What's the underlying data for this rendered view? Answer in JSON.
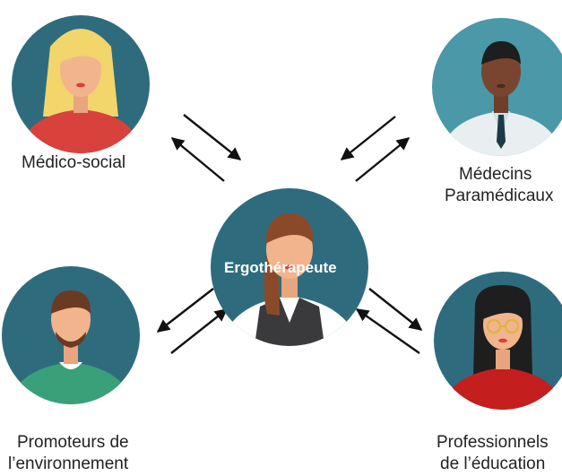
{
  "nodes": {
    "center": {
      "label": "Ergothérapeute"
    },
    "medico_social": {
      "label": "Médico-social"
    },
    "medecins": {
      "line1": "Médecins",
      "line2": "Paramédicaux"
    },
    "promoteurs": {
      "line1": "Promoteurs de",
      "line2": "l’environnement"
    },
    "professionnels": {
      "line1": "Professionnels",
      "line2": "de l’éducation"
    }
  },
  "colors": {
    "circle_bg": "#2e6c7d",
    "skin": "#f2b48d",
    "arrow": "#111111"
  },
  "icons": {
    "center": "female-therapist-avatar-icon",
    "medico_social": "blonde-woman-avatar-icon",
    "medecins": "doctor-avatar-icon",
    "promoteurs": "man-avatar-icon",
    "professionnels": "woman-glasses-avatar-icon"
  }
}
